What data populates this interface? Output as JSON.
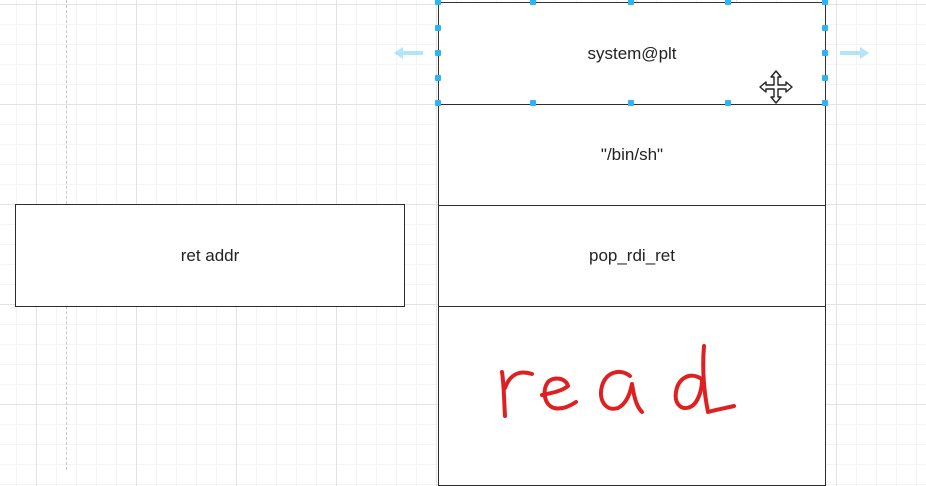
{
  "diagram": {
    "left_box": {
      "label": "ret addr"
    },
    "stack": [
      {
        "label": "system@plt",
        "selected": true
      },
      {
        "label": "\"/bin/sh\""
      },
      {
        "label": "pop_rdi_ret"
      },
      {
        "label": ""
      }
    ],
    "annotation": {
      "text": "read",
      "color": "#e02020",
      "style": "handwritten"
    }
  },
  "colors": {
    "selection_handle": "#29b6f2",
    "box_border": "#2b2b2b",
    "grid": "#e3e3e3"
  },
  "icons": {
    "cursor": "move-cursor-icon"
  }
}
